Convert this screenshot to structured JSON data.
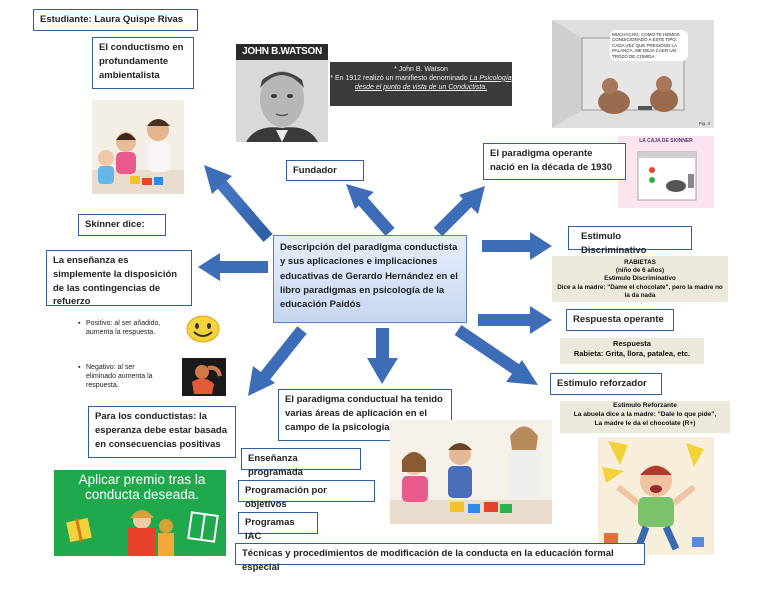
{
  "student": "Estudiante: Laura Quispe Rivas",
  "center_title": "Descripción del paradigma conductista y sus aplicaciones e implicaciones educativas de Gerardo Hernández en el libro paradigmas en psicología de la educación Paidós",
  "boxes": {
    "conductismo": "El conductismo en profundamente ambientalista",
    "fundador": "Fundador",
    "paradigma_operante": "El paradigma operante nació en la década de 1930",
    "skinner": "Skinner dice:",
    "ensenanza": "La enseñanza es simplemente la disposición de las contingencias de refuerzo",
    "estimulo_discriminativo": "Estimulo Discriminativo",
    "respuesta_operante": "Respuesta operante",
    "estimulo_reforzador": "Estimulo reforzador",
    "esperanza": "Para los conductistas: la esperanza debe estar basada en consecuencias positivas",
    "paradigma_conductual": "El paradigma conductual ha tenido varias áreas de aplicación en el campo de la psicología educativa"
  },
  "watson": {
    "name": "JOHN B.WATSON",
    "line1": "* John B. Watson",
    "line2": "* En 1912 realizó un manifiesto denominado",
    "line3": "La Psicología desde el punto de vista de un Conductista."
  },
  "rats_caption": "MUCHACHO, COMO TE HEMOS CONDICIONADO A ESTE TIPO. CADA VEZ QUE PRESIONO LA PALANCA, ME DEJA CAER UN TROZO DE COMIDA.",
  "rats_fig": "Fig. 4",
  "skinner_box_label": "LA CAJA DE SKINNER",
  "bullets": {
    "positivo": "Positivo: al ser añadido, aumenta la respuesta.",
    "negativo": "Negativo: al ser eliminado aumenta la respuesta."
  },
  "rabietas": {
    "title": "RABIETAS",
    "sub": "(niño de 6 años)",
    "label": "Estimulo Discriminativo",
    "text": "Dice a la madre: \"Dame el chocolate\", pero la madre no la da nada"
  },
  "respuesta": {
    "title": "Respuesta",
    "text": "Rabieta: Grita, llora, patalea, etc."
  },
  "reforzante": {
    "title": "Estimulo Reforzante",
    "line1": "La abuela dice a la madre: \"Dale lo que pide\",",
    "line2": "La madre le da el  chocolate (R+)"
  },
  "premio": "Aplicar premio tras la conducta deseada.",
  "applications": [
    "Enseñanza programada",
    "Programación por objetivos",
    "Programas IAC",
    "Técnicas y procedimientos de modificación de la conducta en la educación formal especial"
  ],
  "colors": {
    "arrow": "#3d6db6",
    "border": "#2f5f9e",
    "green": "#1fa84c"
  }
}
